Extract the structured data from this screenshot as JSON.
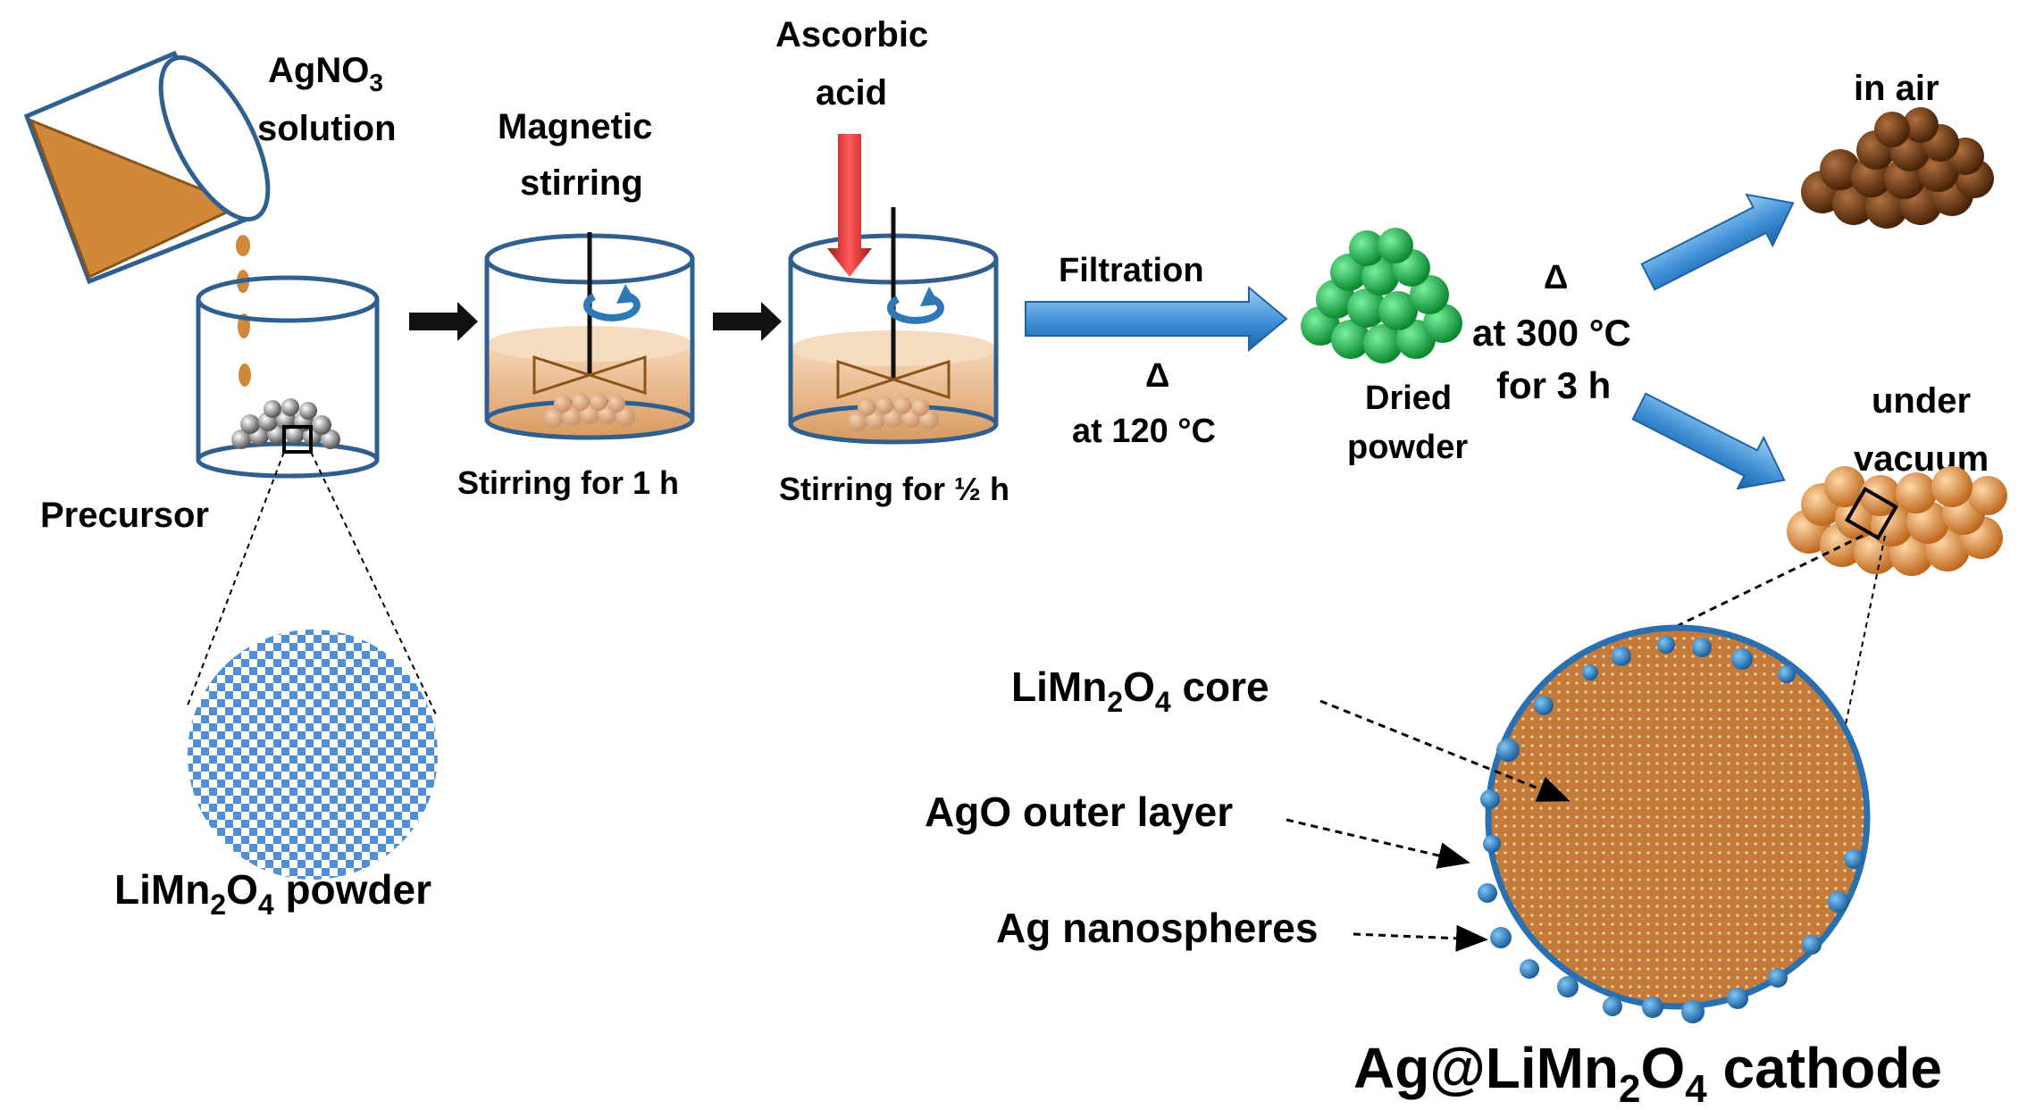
{
  "labels": {
    "agno3": "AgNO",
    "agno3_sub": "3",
    "solution": "solution",
    "precursor": "Precursor",
    "powder_pre": "LiMn",
    "powder_sub1": "2",
    "powder_mid": "O",
    "powder_sub2": "4",
    "powder_post": " powder",
    "magnetic": "Magnetic",
    "stirring": "stirring",
    "stir1h": "Stirring for 1 h",
    "ascorbic": "Ascorbic",
    "acid": "acid",
    "stirhalf": "Stirring for ½ h",
    "filtration": "Filtration",
    "delta1": "Δ",
    "at120": "at 120 °C",
    "dried": "Dried",
    "powder": "powder",
    "delta2": "Δ",
    "at300": "at 300 °C",
    "for3h": "for 3 h",
    "in_air": "in air",
    "under": "under",
    "vacuum": "vacuum",
    "core_pre": "LiMn",
    "core_sub1": "2",
    "core_mid": "O",
    "core_sub2": "4",
    "core_post": " core",
    "ago_layer": "AgO outer layer",
    "ag_nano": "Ag nanospheres",
    "cathode_pre": "Ag@LiMn",
    "cathode_sub1": "2",
    "cathode_mid": "O",
    "cathode_sub2": "4",
    "cathode_post": " cathode"
  },
  "colors": {
    "solution_brown": "#d0883a",
    "beaker_blue": "#2f5f8f",
    "arrow_blue": "#3f8fd6",
    "acid_red": "#d62a2a",
    "dried_green": "#22b24a",
    "air_brown": "#6b3a15",
    "vacuum_orange": "#e0954a",
    "nanosphere_blue": "#2a7fc0",
    "core_copper": "#c47a38"
  }
}
